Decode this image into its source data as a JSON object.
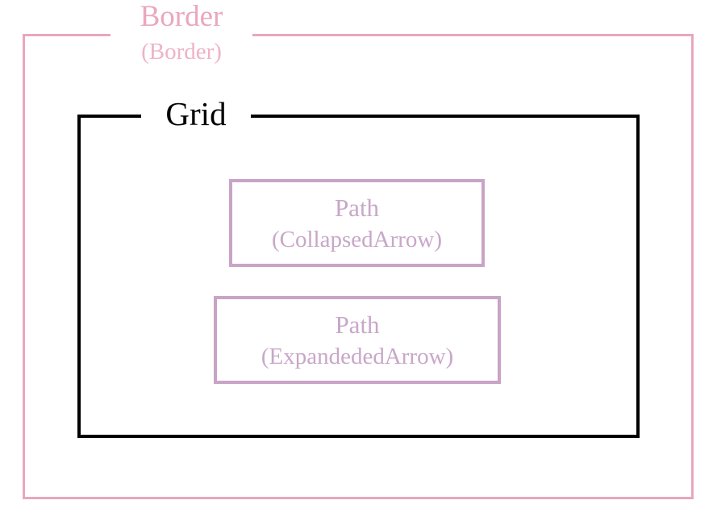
{
  "diagram": {
    "type": "visual-tree-layout-inspector",
    "background_color": "#ffffff",
    "outer": {
      "title": "Border",
      "subtitle": "(Border)",
      "element_type": "Border",
      "element_name": "Border",
      "stroke_color": "#e9a6bf",
      "text_color": "#eaa7c0"
    },
    "grid": {
      "title": "Grid",
      "element_type": "Grid",
      "stroke_color": "#000000",
      "text_color": "#000000"
    },
    "children": [
      {
        "kind": "Path",
        "name": "(CollapsedArrow)",
        "element_type": "Path",
        "element_name": "CollapsedArrow",
        "stroke_color": "#c8a4c6",
        "text_color": "#c8a7c9"
      },
      {
        "kind": "Path",
        "name": "(ExpandededArrow)",
        "element_type": "Path",
        "element_name": "ExpandededArrow",
        "stroke_color": "#c8a4c6",
        "text_color": "#c8a7c9"
      }
    ]
  }
}
